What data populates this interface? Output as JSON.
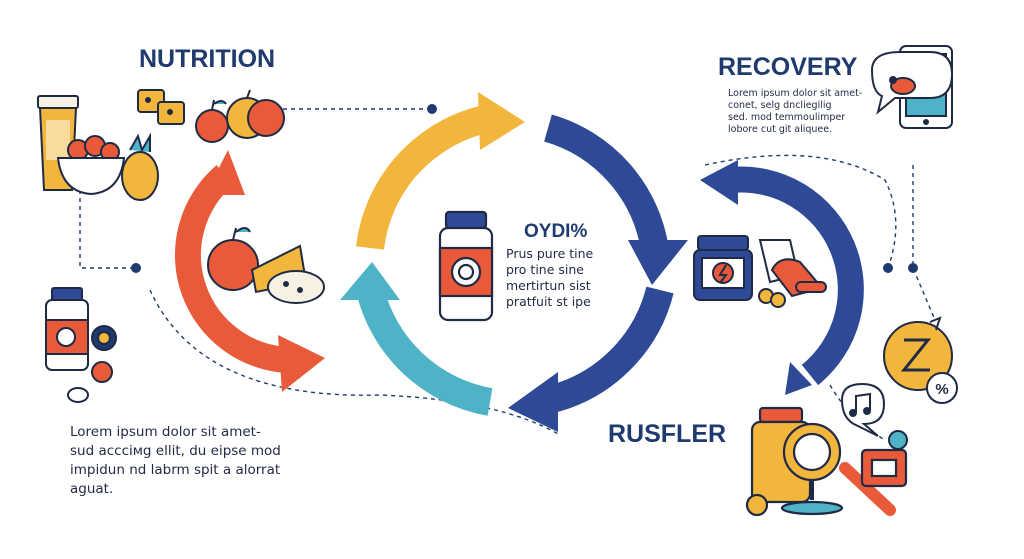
{
  "sections": {
    "nutrition": {
      "title": "NUTRITION",
      "body": "Lorem ipsum dolor sit amet-\nsud accciмg ellit, du eipse mod\nimpidun nd labrm spit a alorrat\naguat."
    },
    "recovery": {
      "title": "RECOVERY",
      "body": "Lorem ipsum dolor sit amet-\nconet, selg dncliegilig\nsed. mod temmoulimper\nlobore cut git aliquee."
    },
    "rusfler": {
      "title": "RUSFLER"
    }
  },
  "center": {
    "title": "OYDI%",
    "body": "Prus pure tine\npro tine sine\nmertirtun sist\npratfuit st ipe"
  },
  "palette": {
    "navy": "#1f3a6e",
    "blue": "#2e4a96",
    "orange": "#e85a3a",
    "yellow": "#f2b63c",
    "teal": "#4fb3c8"
  },
  "icons": [
    "smoothie-cup-icon",
    "fruit-bowl-icon",
    "cheese-cubes-icon",
    "apple-icon",
    "orange-fruit-icon",
    "pineapple-icon",
    "supplement-bottle-icon",
    "apple-cheese-icon",
    "medicine-bottle-icon",
    "tablet-chat-icon",
    "pill-bottle-icon",
    "pills-icon",
    "sleep-clock-icon",
    "music-note-icon",
    "magnifier-bottle-icon",
    "percent-icon"
  ]
}
